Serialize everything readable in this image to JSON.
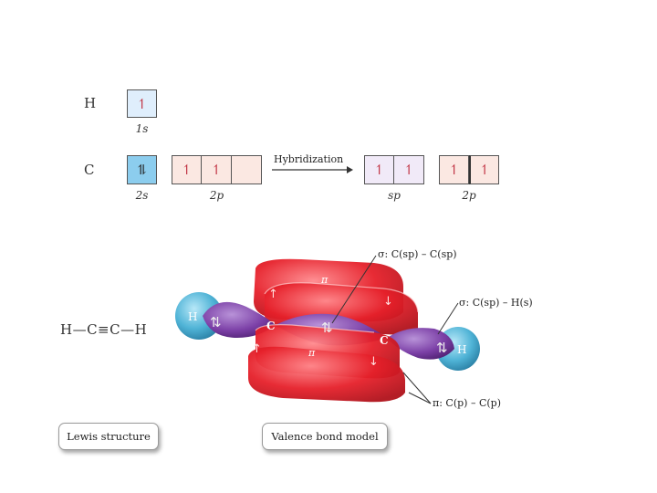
{
  "orbital_diagram": {
    "H": {
      "label": "H",
      "orbital": {
        "label": "1s",
        "electrons": "↿"
      }
    },
    "C": {
      "label": "C",
      "s_orbital": {
        "label": "2s",
        "electrons": "⥮"
      },
      "p_orbitals": {
        "label": "2p",
        "electrons": [
          "↿",
          "↿",
          ""
        ]
      },
      "arrow_label": "Hybridization",
      "sp_orbitals": {
        "label": "sp",
        "electrons": [
          "↿",
          "↿"
        ]
      },
      "p_after": {
        "label": "2p",
        "electrons": [
          "↿",
          "↿"
        ]
      }
    }
  },
  "lewis": {
    "formula": "H—C≡C—H",
    "caption": "Lewis structure"
  },
  "model": {
    "caption": "Valence bond model",
    "atoms": {
      "H_left": "H",
      "C_left": "C",
      "C_right": "C",
      "H_right": "H"
    },
    "pi_labels": [
      "π",
      "π"
    ],
    "annotations": {
      "sigma_cc": "σ: C(sp) – C(sp)",
      "sigma_ch": "σ: C(sp) – H(s)",
      "pi_cc": "π: C(p) – C(p)"
    },
    "spin_arrows": [
      "⇅",
      "⇅",
      "⇅",
      "↑",
      "↓",
      "↑",
      "↓"
    ]
  },
  "colors": {
    "pi_lobe": "#e6202a",
    "sigma_lobe": "#7b3fa6",
    "hydrogen": "#4fb3d6",
    "box_blue": "#dfeefc",
    "box_pink": "#fbe8e2",
    "box_lavender": "#f1eaf8"
  }
}
